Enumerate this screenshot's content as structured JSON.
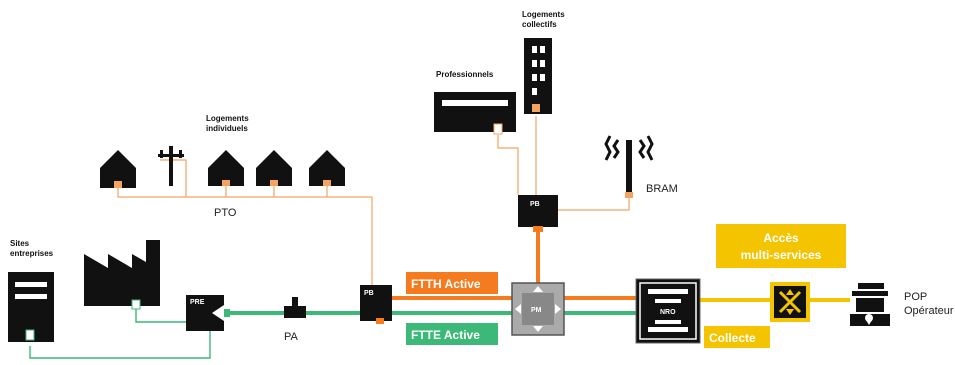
{
  "labels": {
    "sites_line1": "Sites",
    "sites_line2": "entreprises",
    "logements_ind_line1": "Logements",
    "logements_ind_line2": "individuels",
    "logements_col_line1": "Logements",
    "logements_col_line2": "collectifs",
    "professionnels": "Professionnels",
    "bram": "BRAM",
    "pto": "PTO",
    "pa": "PA",
    "pop_line1": "POP",
    "pop_line2": "Opérateur"
  },
  "nodes": {
    "pre": "PRE",
    "pb_left": "PB",
    "pb_top": "PB",
    "pm": "PM",
    "nro": "NRO"
  },
  "tags": {
    "ftth": "FTTH Active",
    "ftte": "FTTE Active",
    "acces_line1": "Accès",
    "acces_line2": "multi-services",
    "collecte": "Collecte"
  },
  "colors": {
    "ftth": "#f47b20",
    "ftte": "#3cb878",
    "collecte": "#f5c400",
    "thin_link": "#f4a460",
    "node": "#111111"
  }
}
